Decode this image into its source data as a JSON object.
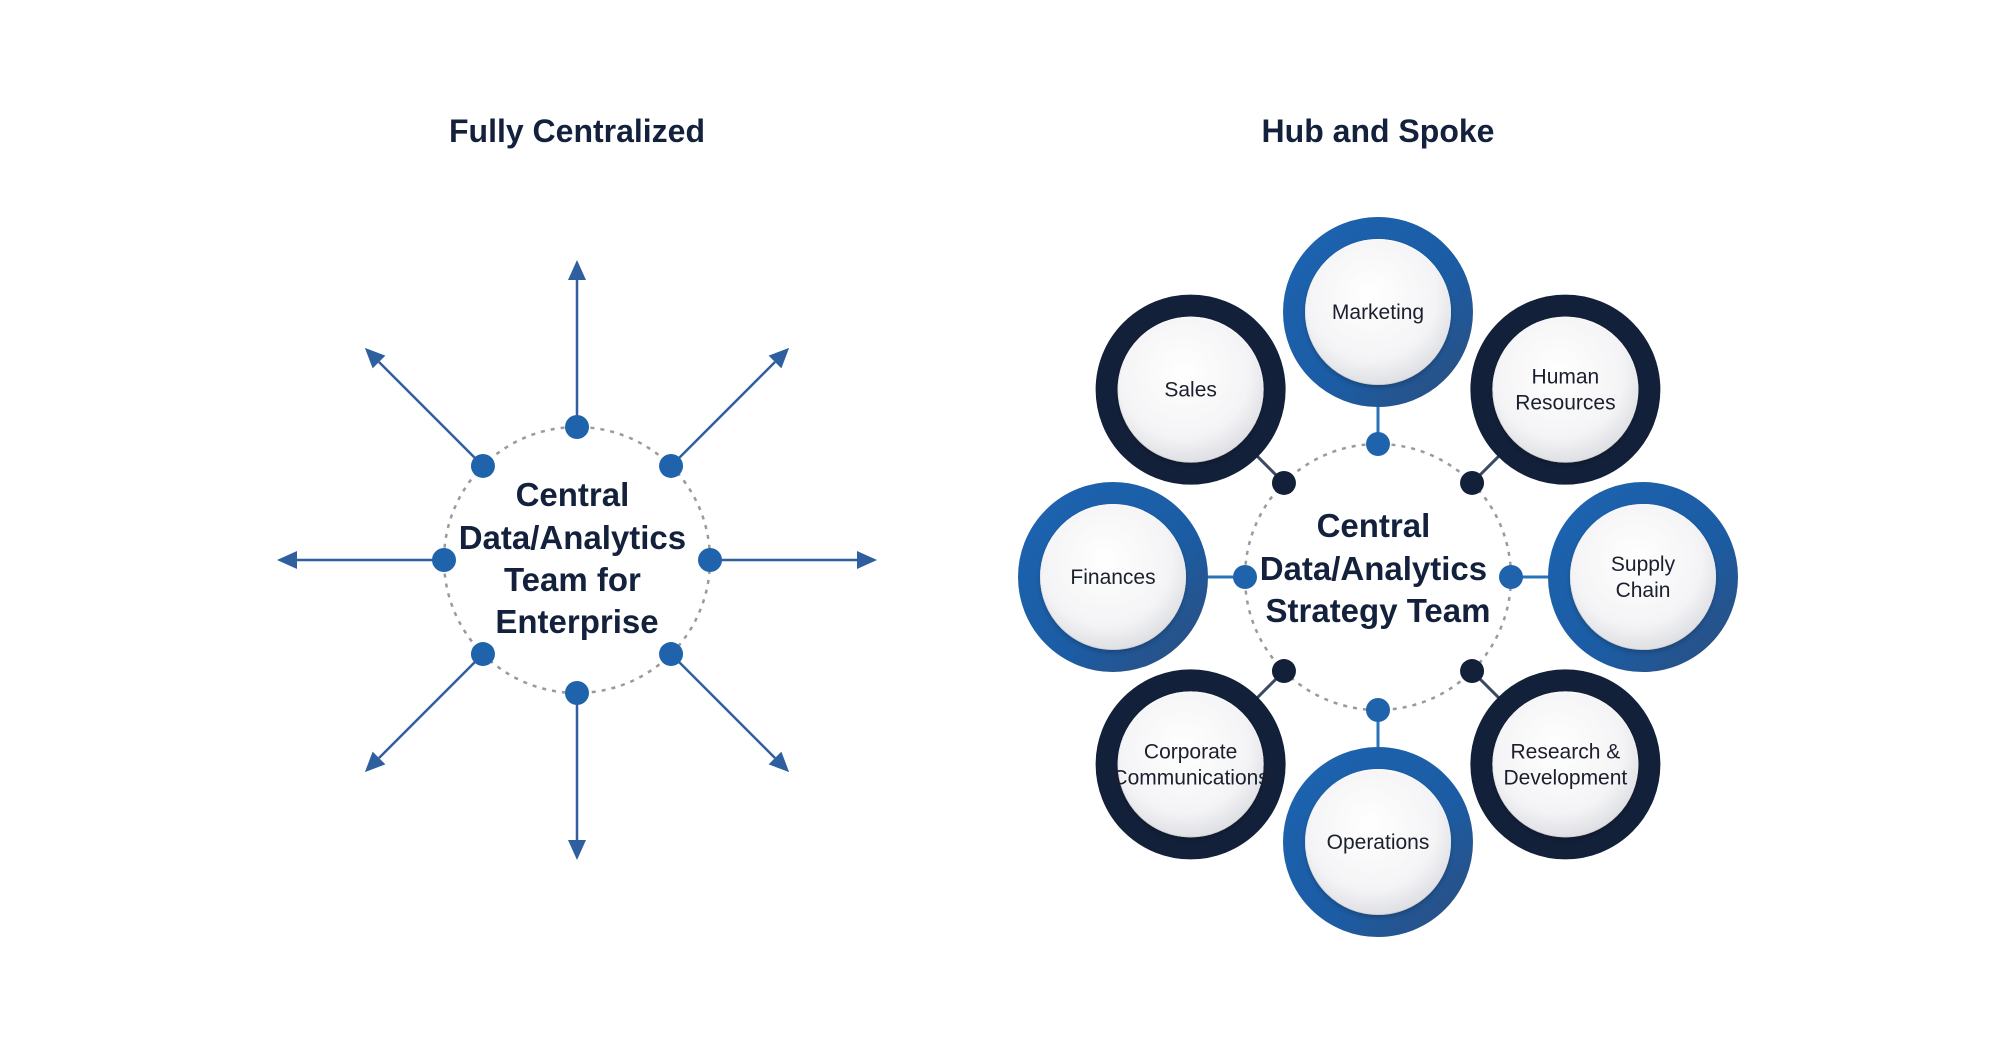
{
  "left_diagram": {
    "title": "Fully Centralized",
    "center_lines": [
      "Central",
      "Data/Analytics",
      "Team for",
      "Enterprise"
    ],
    "arrow_count": 8
  },
  "right_diagram": {
    "title": "Hub and Spoke",
    "center_lines": [
      "Central",
      "Data/Analytics",
      "Strategy Team"
    ],
    "spokes": [
      {
        "name": "marketing",
        "lines": [
          "Marketing"
        ],
        "ring": "blue"
      },
      {
        "name": "human-resources",
        "lines": [
          "Human",
          "Resources"
        ],
        "ring": "navy"
      },
      {
        "name": "supply-chain",
        "lines": [
          "Supply",
          "Chain"
        ],
        "ring": "blue"
      },
      {
        "name": "research-development",
        "lines": [
          "Research &",
          "Development"
        ],
        "ring": "navy"
      },
      {
        "name": "operations",
        "lines": [
          "Operations"
        ],
        "ring": "blue"
      },
      {
        "name": "corporate-communications",
        "lines": [
          "Corporate",
          "Communications"
        ],
        "ring": "navy"
      },
      {
        "name": "finances",
        "lines": [
          "Finances"
        ],
        "ring": "blue"
      },
      {
        "name": "sales",
        "lines": [
          "Sales"
        ],
        "ring": "navy"
      }
    ]
  },
  "colors": {
    "title_text": "#14213d",
    "accent_blue": "#1f63ad",
    "ring_blue": "#1c5fa8",
    "ring_navy": "#13203a",
    "arrow_blue": "#2f5f9e",
    "dashed_ring": "#9a9a9a",
    "spoke_line": "#2a73b8"
  }
}
